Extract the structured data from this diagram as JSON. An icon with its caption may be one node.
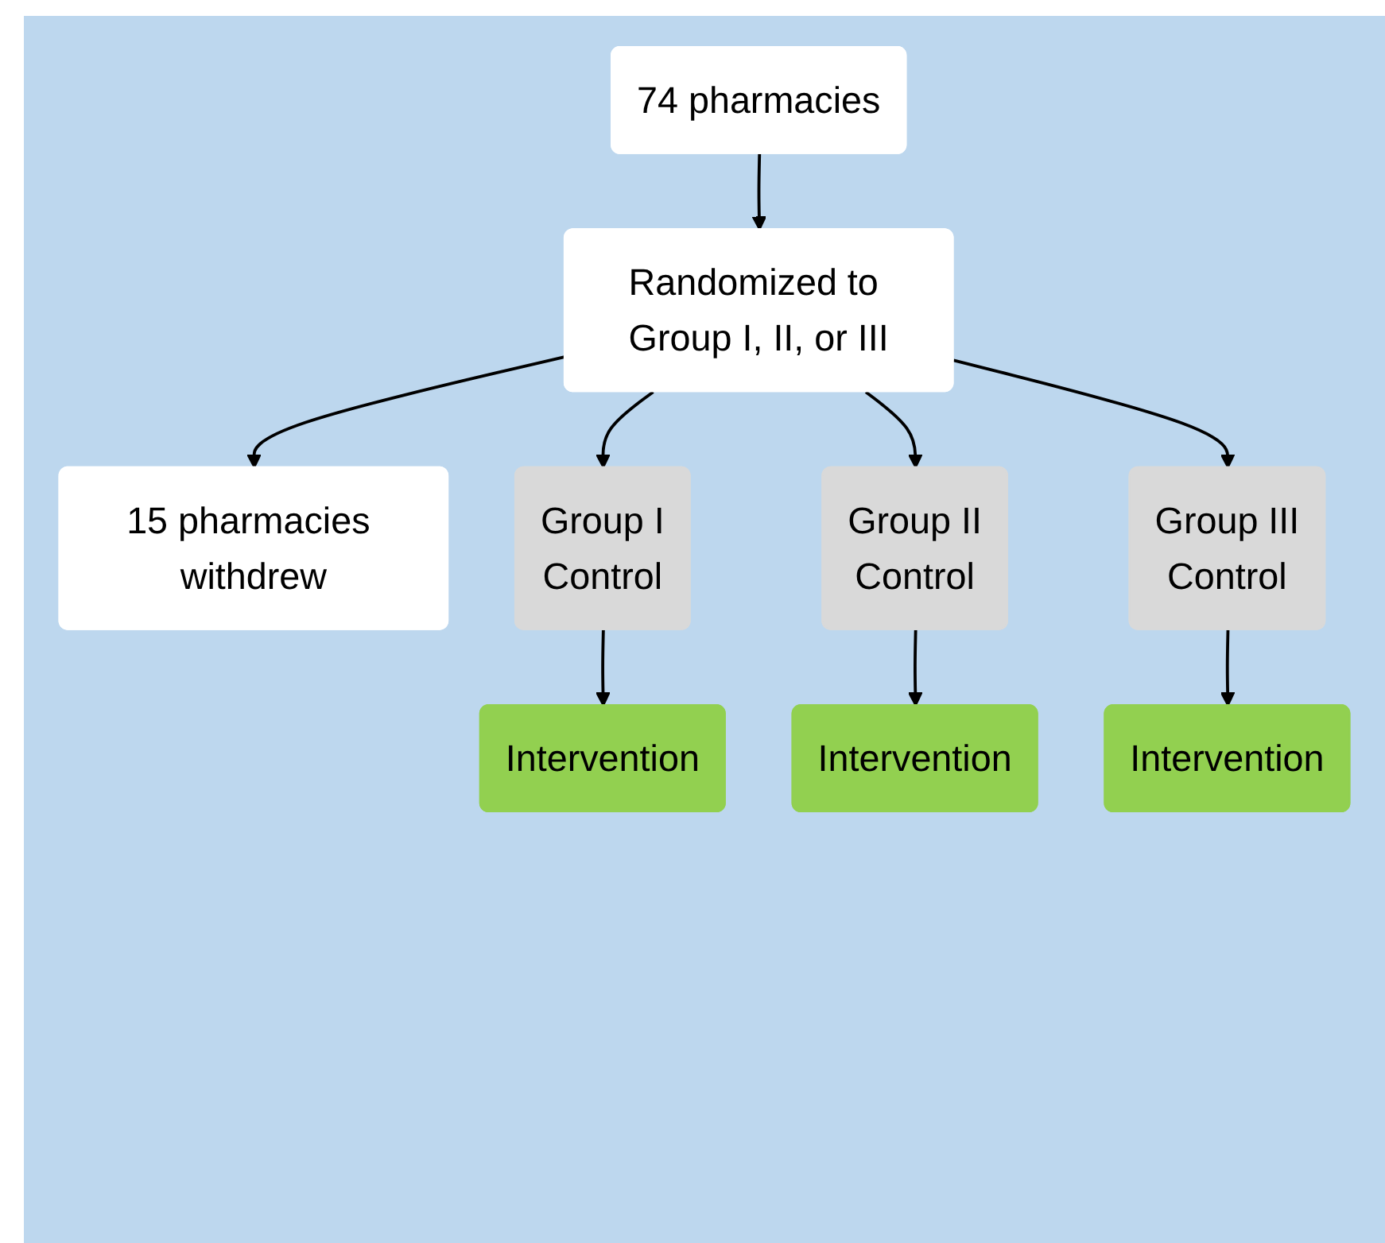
{
  "diagram": {
    "nodes": [
      {
        "text": [
          "74 pharmacies"
        ]
      },
      {
        "text": [
          "Randomized to Group I, II, or III"
        ]
      },
      {
        "text": [
          "15 pharmacies withdrew"
        ]
      },
      {
        "text": [
          "Group I",
          "Control"
        ]
      },
      {
        "text": [
          "Intervention"
        ]
      },
      {
        "text": [
          "Group II",
          "Control"
        ]
      },
      {
        "text": [
          "Intervention"
        ]
      },
      {
        "text": [
          "Group III",
          "Control"
        ]
      },
      {
        "text": [
          "Intervention"
        ]
      }
    ],
    "edges": [
      {
        "from": 0,
        "to": 1,
        "arrow": "to"
      },
      {
        "from": 1,
        "to": 3,
        "arrow": "to"
      },
      {
        "from": 1,
        "to": 5,
        "arrow": "to"
      },
      {
        "from": 1,
        "to": 7,
        "arrow": "to"
      },
      {
        "from": 1,
        "to": 2,
        "arrow": "to"
      },
      {
        "from": 3,
        "to": 4,
        "arrow": "to"
      },
      {
        "from": 5,
        "to": 6,
        "arrow": "to"
      },
      {
        "from": 7,
        "to": 8,
        "arrow": "to"
      }
    ]
  }
}
